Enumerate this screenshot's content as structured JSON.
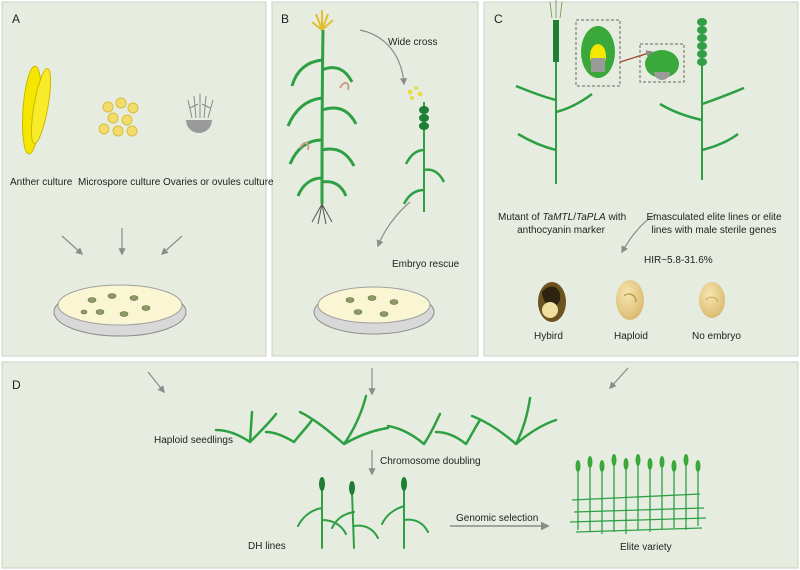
{
  "colors": {
    "panel_bg": "#e6ede0",
    "panel_border": "#c9d2c2",
    "leaf_green": "#2ea043",
    "dark_green": "#1e7e34",
    "anther_yellow": "#f5e600",
    "microspore_yellow": "#f2dc6b",
    "dish_agar": "#faf5d2",
    "arrow_gray": "#8c8c8c"
  },
  "panelA": {
    "label": "A",
    "anther": "Anther culture",
    "microspore": "Microspore culture",
    "ovaries": "Ovaries or ovules culture"
  },
  "panelB": {
    "label": "B",
    "wide_cross": "Wide cross",
    "embryo_rescue": "Embryo rescue"
  },
  "panelC": {
    "label": "C",
    "mutant_prefix": "Mutant of ",
    "gene1": "TaMTL",
    "slash": "/",
    "gene2": "TaPLA",
    "mutant_suffix": " with",
    "mutant_line2": "anthocyanin marker",
    "emasc_line1": "Emasculated elite lines or elite",
    "emasc_line2": "lines with male sterile genes",
    "hir": "HIR~5.8-31.6%",
    "hybrid": "Hybird",
    "haploid": "Haploid",
    "no_embryo": "No embryo"
  },
  "panelD": {
    "label": "D",
    "haploid_seedlings": "Haploid seedlings",
    "chromosome_doubling": "Chromosome  doubling",
    "dh_lines": "DH lines",
    "genomic_selection": "Genomic selection",
    "elite_variety": "Elite variety"
  }
}
